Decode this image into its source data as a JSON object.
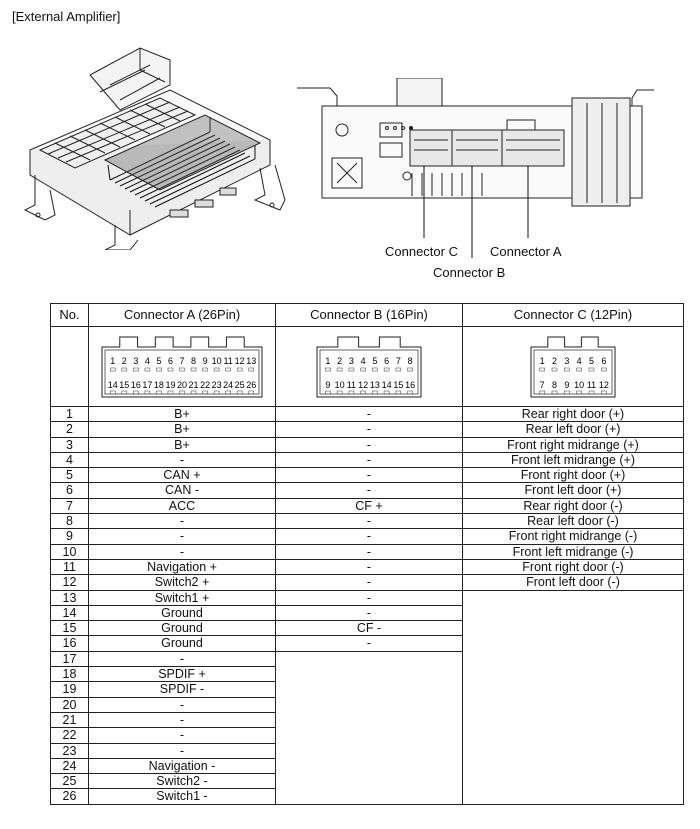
{
  "heading": "[External Amplifier]",
  "callouts": {
    "connector_c": "Connector C",
    "connector_a": "Connector A",
    "connector_b": "Connector B"
  },
  "table": {
    "headers": [
      "No.",
      "Connector A (26Pin)",
      "Connector B (16Pin)",
      "Connector C (12Pin)"
    ],
    "connector_a_pins": {
      "top": [
        "1",
        "2",
        "3",
        "4",
        "5",
        "6",
        "7",
        "8",
        "9",
        "10",
        "11",
        "12",
        "13"
      ],
      "bottom": [
        "14",
        "15",
        "16",
        "17",
        "18",
        "19",
        "20",
        "21",
        "22",
        "23",
        "24",
        "25",
        "26"
      ]
    },
    "connector_b_pins": {
      "top": [
        "1",
        "2",
        "3",
        "4",
        "5",
        "6",
        "7",
        "8"
      ],
      "bottom": [
        "9",
        "10",
        "11",
        "12",
        "13",
        "14",
        "15",
        "16"
      ]
    },
    "connector_c_pins": {
      "top": [
        "1",
        "2",
        "3",
        "4",
        "5",
        "6"
      ],
      "bottom": [
        "7",
        "8",
        "9",
        "10",
        "11",
        "12"
      ]
    },
    "rows": [
      {
        "no": "1",
        "a": "B+",
        "b": "-",
        "c": "Rear right door (+)"
      },
      {
        "no": "2",
        "a": "B+",
        "b": "-",
        "c": "Rear left door (+)"
      },
      {
        "no": "3",
        "a": "B+",
        "b": "-",
        "c": "Front right midrange (+)"
      },
      {
        "no": "4",
        "a": "-",
        "b": "-",
        "c": "Front left midrange (+)"
      },
      {
        "no": "5",
        "a": "CAN +",
        "b": "-",
        "c": "Front right door (+)"
      },
      {
        "no": "6",
        "a": "CAN -",
        "b": "-",
        "c": "Front left door (+)"
      },
      {
        "no": "7",
        "a": "ACC",
        "b": "CF +",
        "c": "Rear right door (-)"
      },
      {
        "no": "8",
        "a": "-",
        "b": "-",
        "c": "Rear left door (-)"
      },
      {
        "no": "9",
        "a": "-",
        "b": "-",
        "c": "Front right midrange (-)"
      },
      {
        "no": "10",
        "a": "-",
        "b": "-",
        "c": "Front left midrange (-)"
      },
      {
        "no": "11",
        "a": "Navigation +",
        "b": "-",
        "c": "Front right door (-)"
      },
      {
        "no": "12",
        "a": "Switch2 +",
        "b": "-",
        "c": "Front left door (-)"
      },
      {
        "no": "13",
        "a": "Switch1 +",
        "b": "-",
        "c": ""
      },
      {
        "no": "14",
        "a": "Ground",
        "b": "-",
        "c": ""
      },
      {
        "no": "15",
        "a": "Ground",
        "b": "CF -",
        "c": ""
      },
      {
        "no": "16",
        "a": "Ground",
        "b": "-",
        "c": ""
      },
      {
        "no": "17",
        "a": "-",
        "b": "",
        "c": ""
      },
      {
        "no": "18",
        "a": "SPDIF +",
        "b": "",
        "c": ""
      },
      {
        "no": "19",
        "a": "SPDIF -",
        "b": "",
        "c": ""
      },
      {
        "no": "20",
        "a": "-",
        "b": "",
        "c": ""
      },
      {
        "no": "21",
        "a": "-",
        "b": "",
        "c": ""
      },
      {
        "no": "22",
        "a": "-",
        "b": "",
        "c": ""
      },
      {
        "no": "23",
        "a": "-",
        "b": "",
        "c": ""
      },
      {
        "no": "24",
        "a": "Navigation -",
        "b": "",
        "c": ""
      },
      {
        "no": "25",
        "a": "Switch2 -",
        "b": "",
        "c": ""
      },
      {
        "no": "26",
        "a": "Switch1 -",
        "b": "",
        "c": ""
      }
    ]
  }
}
